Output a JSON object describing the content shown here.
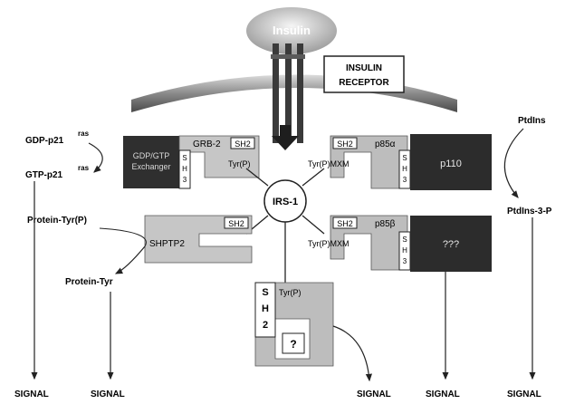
{
  "diagram": {
    "insulin": "Insulin",
    "receptor": [
      "INSULIN",
      "RECEPTOR"
    ],
    "ras": {
      "gdp": "GDP-p21",
      "gtp": "GTP-p21",
      "sup_gdp": "ras",
      "sup_gtp": "ras"
    },
    "grb2": {
      "exchanger": [
        "GDP/GTP",
        "Exchanger"
      ],
      "name": "GRB-2",
      "sh2": "SH2",
      "sh3": [
        "S",
        "H",
        "3"
      ],
      "tyrp": "Tyr(P)"
    },
    "p85a": {
      "sh2": "SH2",
      "name": "p85α",
      "sh3": [
        "S",
        "H",
        "3"
      ],
      "tyrp": "Tyr(P)MXM",
      "p110": "p110"
    },
    "irs1": "IRS-1",
    "ptdins": {
      "top": "PtdIns",
      "bottom": "PtdIns-3-P"
    },
    "shptp2": {
      "protein_tyrp": "Protein-Tyr(P)",
      "sh2": "SH2",
      "name": "SHPTP2",
      "protein_tyr": "Protein-Tyr"
    },
    "p85b": {
      "sh2": "SH2",
      "name": "p85β",
      "sh3": [
        "S",
        "H",
        "3"
      ],
      "tyrp": "Tyr(P)MXM",
      "unknown": "???"
    },
    "bottom_protein": {
      "sh": [
        "S",
        "H",
        "2"
      ],
      "tyrp": "Tyr(P)",
      "q": "?"
    },
    "signals": [
      "SIGNAL",
      "SIGNAL",
      "SIGNAL",
      "SIGNAL",
      "SIGNAL"
    ],
    "colors": {
      "dark": "#2a2a2a",
      "mid": "#9c9c9c",
      "light": "#c9c9c9",
      "membrane": "#7d7d7d",
      "line": "#222222"
    }
  }
}
